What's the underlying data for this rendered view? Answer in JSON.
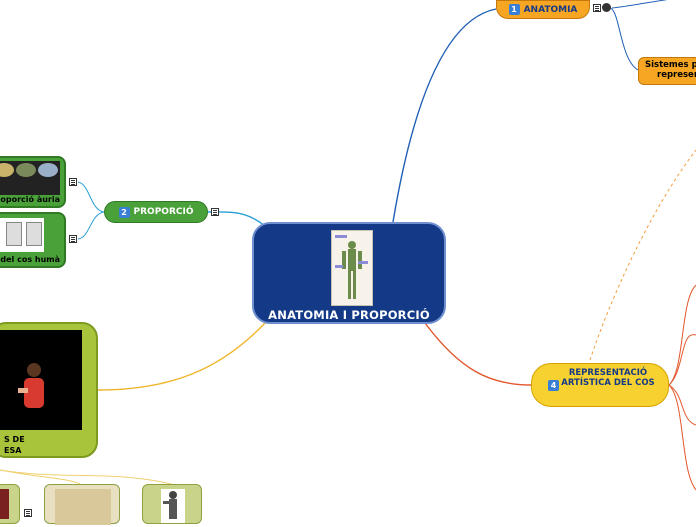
{
  "central": {
    "title": "ANATOMIA I PROPORCIÓ"
  },
  "nodes": {
    "anatomia": {
      "num": "1",
      "label": "ANATOMIA"
    },
    "proporcio": {
      "num": "2",
      "label": "PROPORCIÓ"
    },
    "representacio": {
      "num": "4",
      "label": "REPRESENTACIÓ ARTÍSTICA DEL COS"
    },
    "sistemes": {
      "label_line1": "Sistemes p",
      "label_line2": "represen"
    }
  },
  "subnodes": {
    "proporcio_auria": "oporció àuria",
    "proporcio_cos": "del cos humà",
    "video_label": "S DE\nESA"
  },
  "colors": {
    "central": "#143a87",
    "anatomia": "#f6a623",
    "proporcio": "#4aa13a",
    "representacio": "#f7d12f",
    "video": "#a8c43a"
  }
}
